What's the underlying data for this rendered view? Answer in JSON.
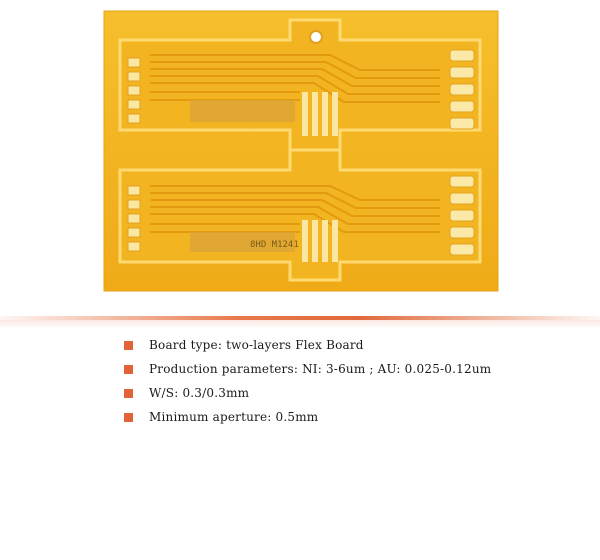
{
  "image": {
    "subject": "pcb-photo",
    "board_marking": "8HD M1241"
  },
  "specs": [
    {
      "text": "Board type: two-layers Flex Board"
    },
    {
      "text": "Production parameters: NI: 3-6um ; AU: 0.025-0.12um"
    },
    {
      "text": "W/S: 0.3/0.3mm"
    },
    {
      "text": "Minimum aperture: 0.5mm"
    }
  ],
  "colors": {
    "board": "#f3b21e",
    "board_edge": "#e9a812",
    "trace": "#e39a10",
    "pad": "#f8e6a0",
    "divider": "#e06a3c",
    "bullet": "#e2623a",
    "text": "#1a1a1a"
  }
}
